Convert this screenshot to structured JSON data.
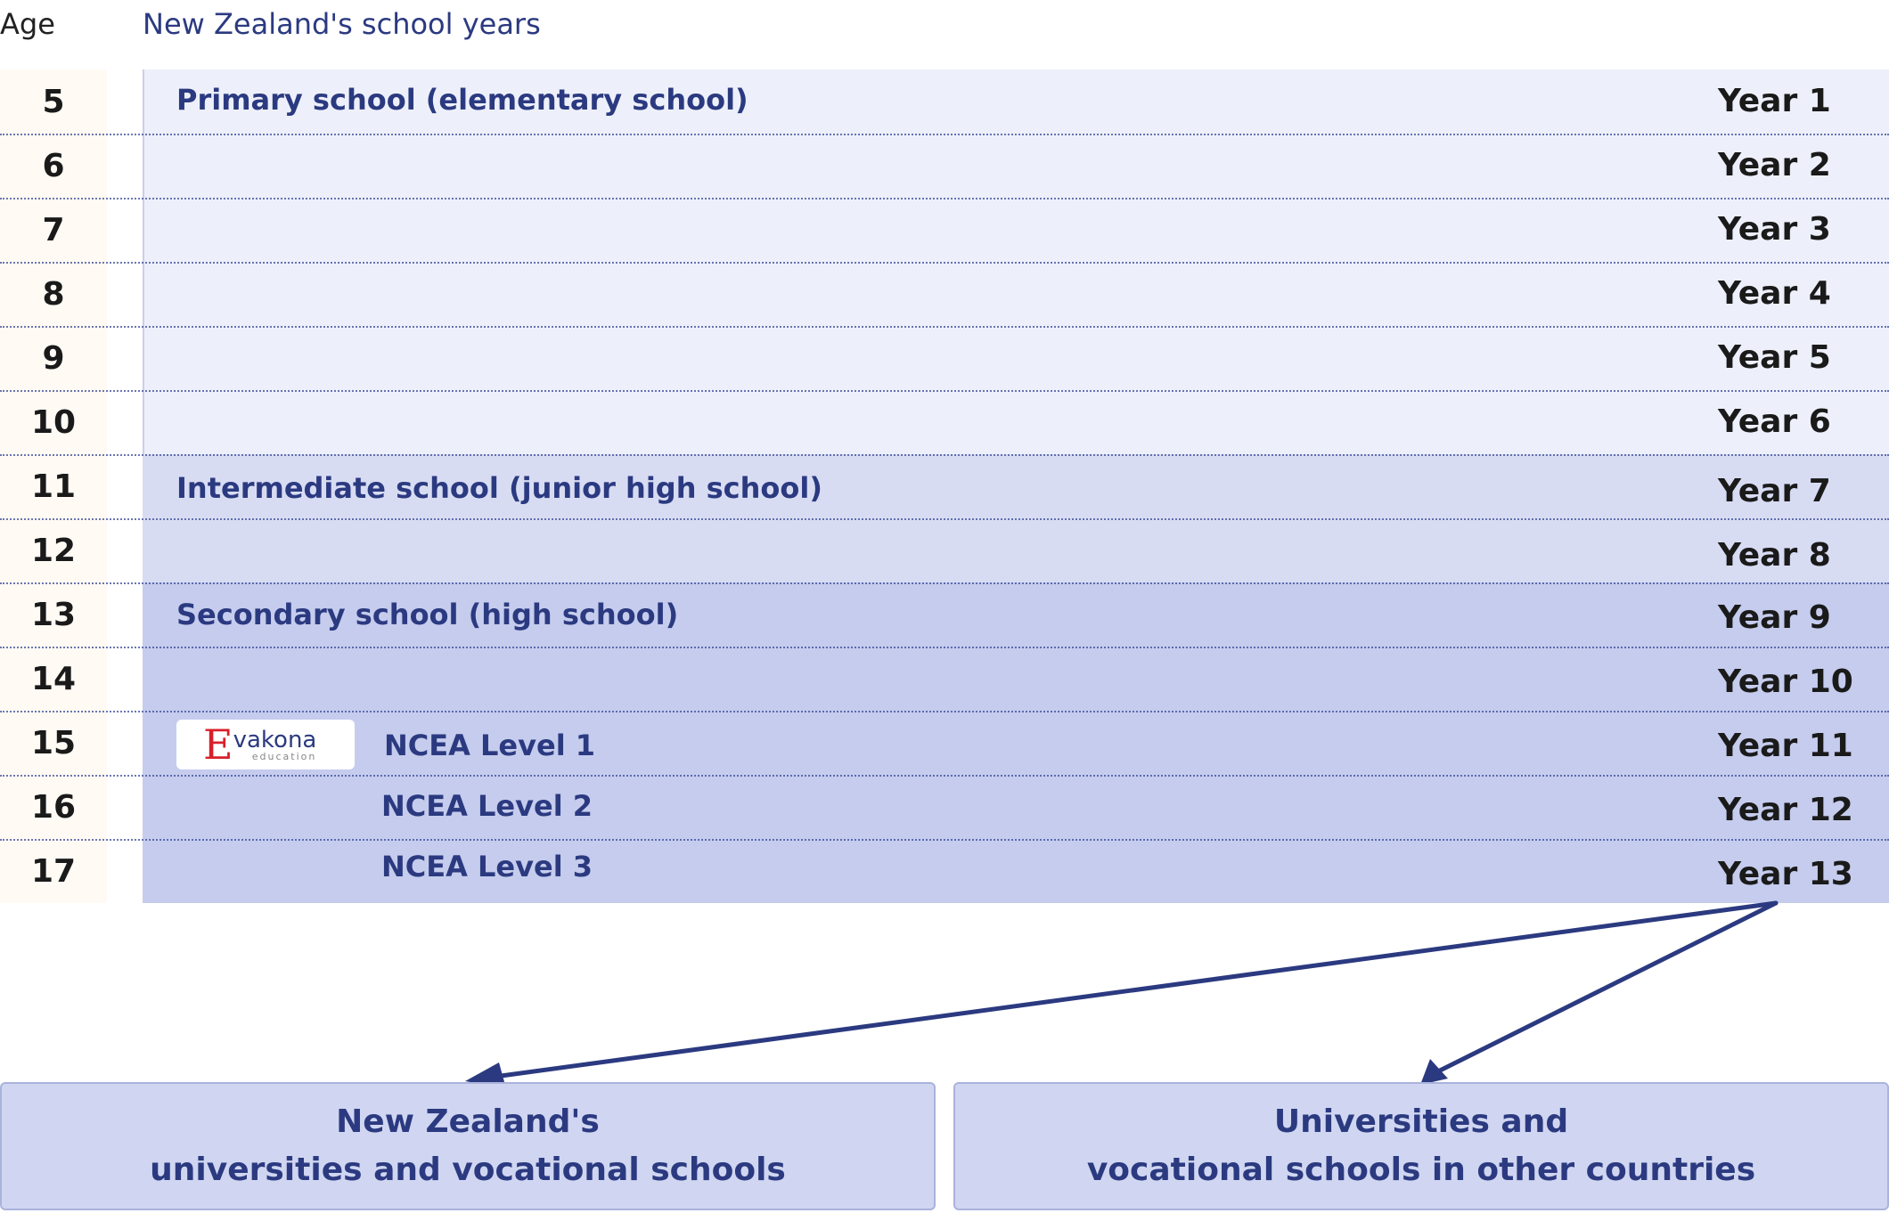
{
  "header": {
    "age_label": "Age",
    "title": "New Zealand's school years"
  },
  "ages": [
    "5",
    "6",
    "7",
    "8",
    "9",
    "10",
    "11",
    "12",
    "13",
    "14",
    "15",
    "16",
    "17"
  ],
  "years": [
    "Year 1",
    "Year 2",
    "Year 3",
    "Year 4",
    "Year 5",
    "Year 6",
    "Year 7",
    "Year 8",
    "Year 9",
    "Year 10",
    "Year 11",
    "Year 12",
    "Year 13"
  ],
  "stages": {
    "primary": "Primary school (elementary school)",
    "intermediate": "Intermediate school (junior high school)",
    "secondary": "Secondary school (high school)"
  },
  "ncea": [
    "NCEA Level 1",
    "NCEA Level 2",
    "NCEA Level 3"
  ],
  "logo": {
    "name": "Evakona",
    "sub": "education",
    "letter": "E",
    "word": "vakona"
  },
  "destinations": {
    "nz": {
      "line1": "New Zealand's",
      "line2": "universities and vocational schools"
    },
    "other": {
      "line1": "Universities and",
      "line2": "vocational schools in other countries"
    }
  },
  "colors": {
    "accent": "#2b3a80",
    "primary_band": "#edf0fa",
    "intermediate_band": "#d8dcf3",
    "secondary_band": "#c5cced",
    "logo_red": "#d8202a"
  }
}
